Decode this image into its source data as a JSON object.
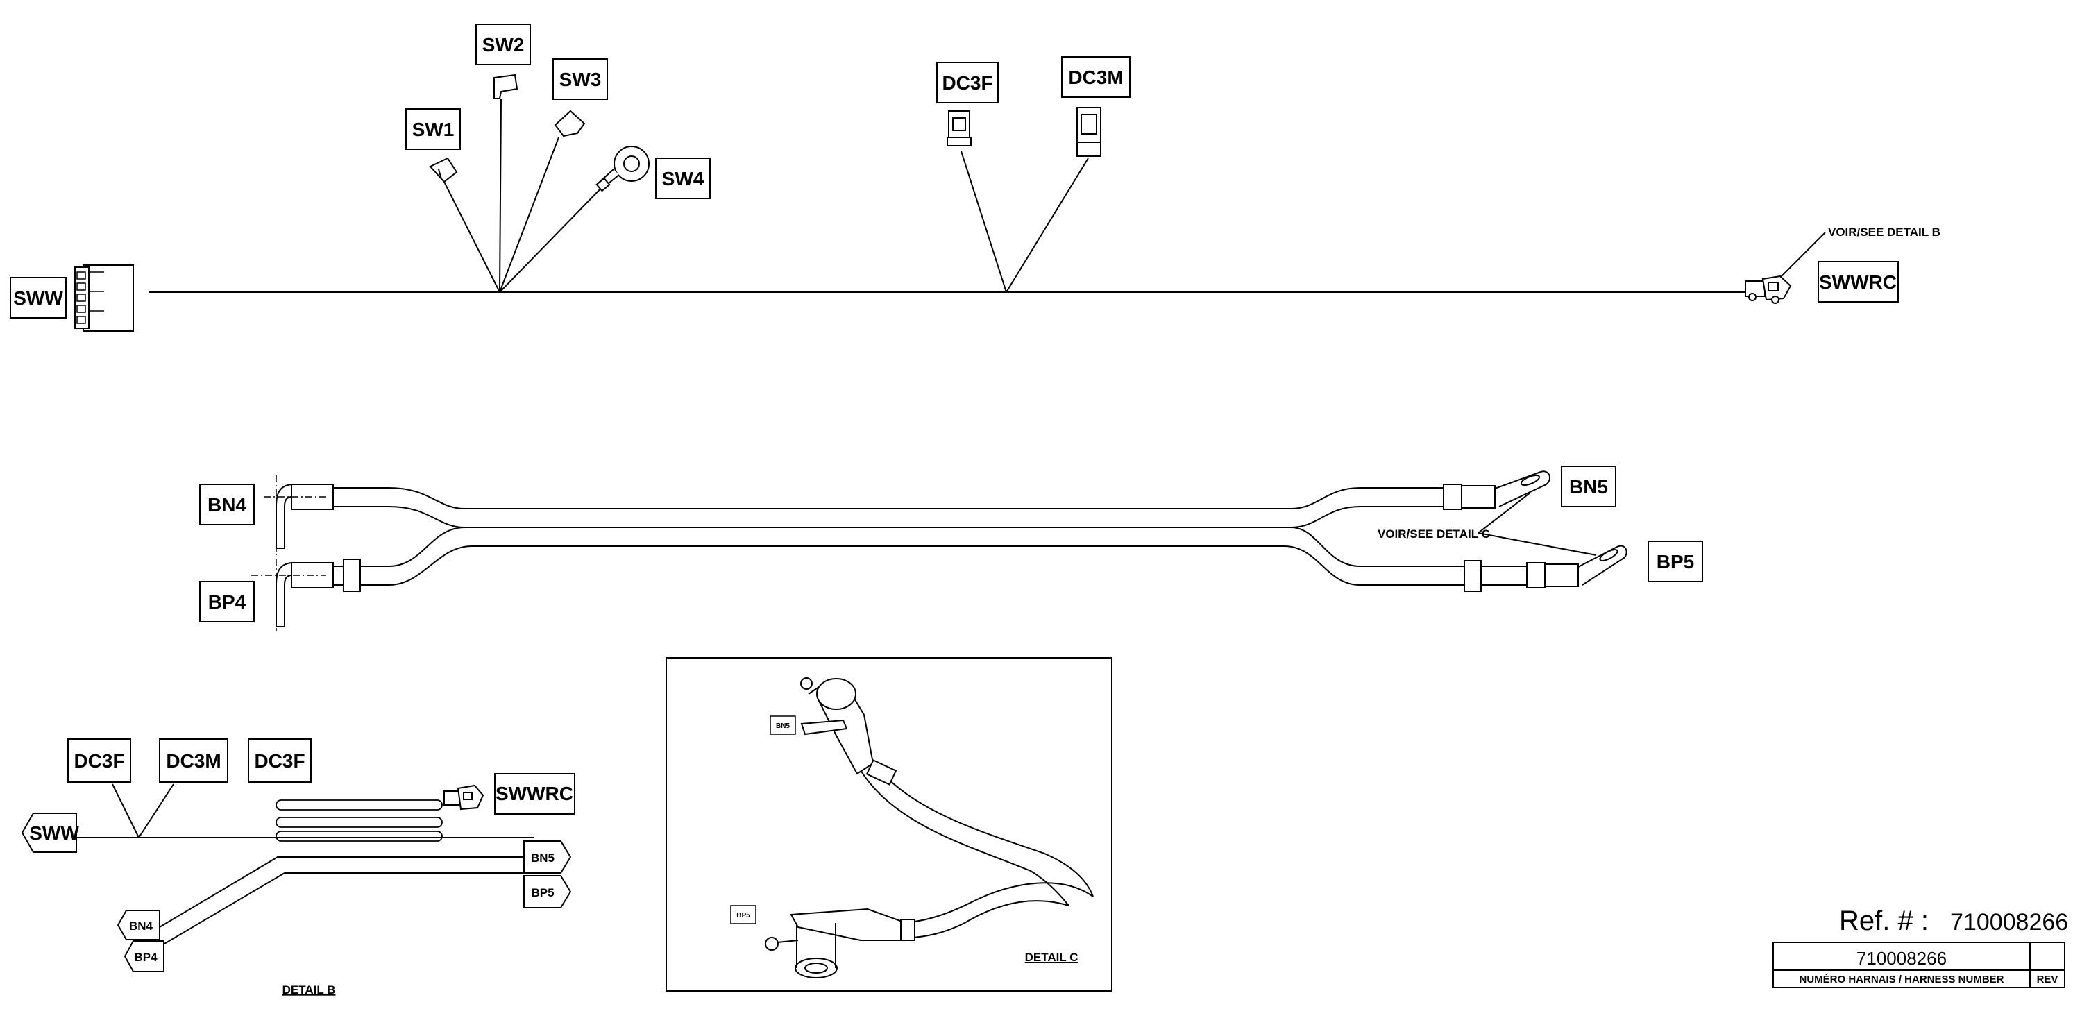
{
  "main_harness": {
    "sww": "SWW",
    "sw1": "SW1",
    "sw2": "SW2",
    "sw3": "SW3",
    "sw4": "SW4",
    "dc3f": "DC3F",
    "dc3m": "DC3M",
    "swwrc": "SWWRC",
    "see_detail_b": "VOIR/SEE DETAIL B"
  },
  "battery_cables": {
    "bn4": "BN4",
    "bp4": "BP4",
    "bn5": "BN5",
    "bp5": "BP5",
    "see_detail_c": "VOIR/SEE DETAIL C"
  },
  "detail_b": {
    "dc3f_1": "DC3F",
    "dc3m": "DC3M",
    "dc3f_2": "DC3F",
    "swwrc": "SWWRC",
    "sww": "SWW",
    "bn5": "BN5",
    "bp5": "BP5",
    "bn4": "BN4",
    "bp4": "BP4",
    "caption": "DETAIL B"
  },
  "detail_c": {
    "bn5": "BN5",
    "bp5": "BP5",
    "caption": "DETAIL C"
  },
  "title_block": {
    "ref_label": "Ref. # :",
    "ref_number": "710008266",
    "harness_number": "710008266",
    "harness_number_label": "NUMÉRO HARNAIS / HARNESS NUMBER",
    "rev_label": "REV"
  }
}
